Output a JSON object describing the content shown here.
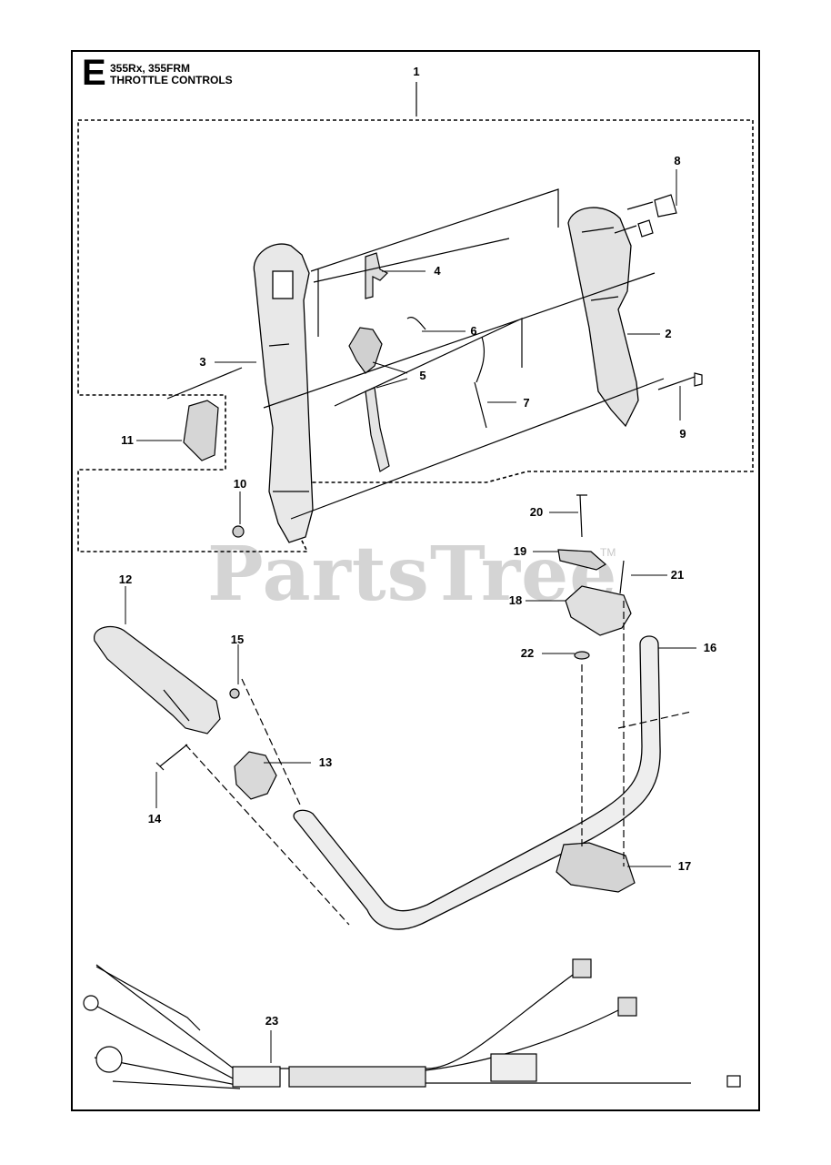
{
  "header": {
    "section_letter": "E",
    "models": "355Rx, 355FRM",
    "title": "THROTTLE CONTROLS"
  },
  "watermark": {
    "text": "PartsTree",
    "trademark": "TM"
  },
  "callouts": {
    "c1": "1",
    "c2": "2",
    "c3": "3",
    "c4": "4",
    "c5": "5",
    "c6": "6",
    "c7": "7",
    "c8": "8",
    "c9": "9",
    "c10": "10",
    "c11": "11",
    "c12": "12",
    "c13": "13",
    "c14": "14",
    "c15": "15",
    "c16": "16",
    "c17": "17",
    "c18": "18",
    "c19": "19",
    "c20": "20",
    "c21": "21",
    "c22": "22",
    "c23": "23"
  }
}
